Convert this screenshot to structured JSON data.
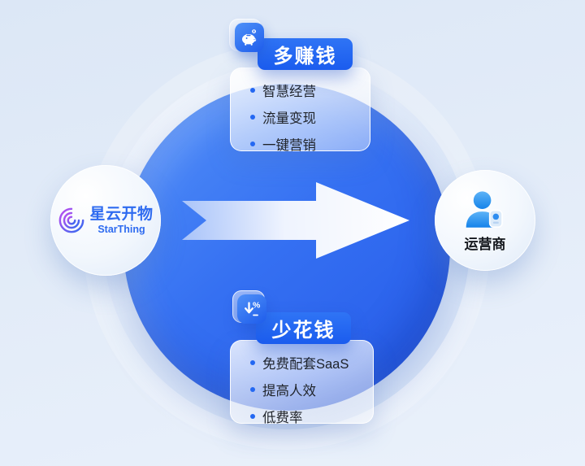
{
  "diagram": {
    "left_node": {
      "icon": "starthing-swirl-logo",
      "name": "星云开物",
      "subtitle": "StarThing"
    },
    "right_node": {
      "icon": "operator-person-icon",
      "label": "运营商"
    },
    "flow": {
      "arrow": "flow-arrow"
    },
    "top_card": {
      "icon": "piggy-bank-icon",
      "title": "多赚钱",
      "items": [
        "智慧经营",
        "流量变现",
        "一键营销"
      ]
    },
    "bottom_card": {
      "icon": "discount-down-icon",
      "title": "少花钱",
      "items": [
        "免费配套SaaS",
        "提高人效",
        "低费率"
      ]
    }
  },
  "colors": {
    "background_start": "#dce7f6",
    "background_end": "#eaf1fb",
    "accent": "#2468f2",
    "bullet": "#2468f2",
    "circle_start": "#5593f8",
    "circle_end": "#2459e8",
    "title_bar_start": "#2f74f5",
    "title_bar_end": "#1b5cee",
    "logo_blue": "#2e6bf0",
    "text_dark": "#1f2329"
  }
}
